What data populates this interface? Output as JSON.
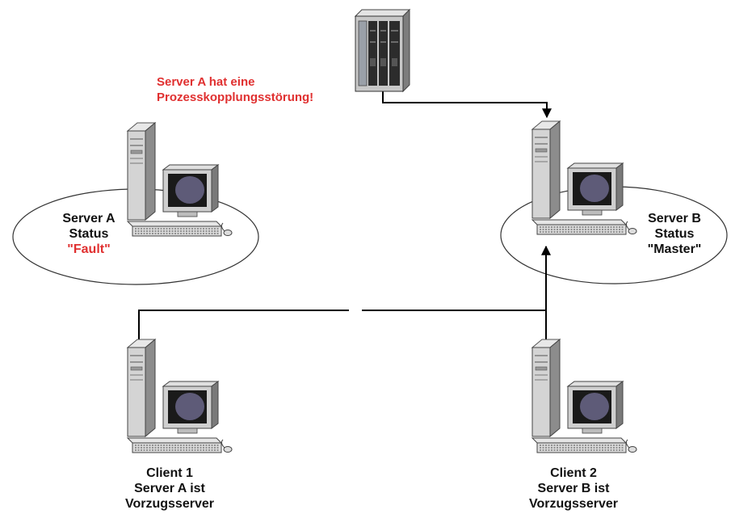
{
  "warning": {
    "line1": "Server A hat eine",
    "line2": "Prozesskopplungsstörung!",
    "color": "#e03030"
  },
  "server_a": {
    "name": "Server A",
    "status_label": "Status",
    "status_value": "\"Fault\"",
    "status_color": "#e03030"
  },
  "server_b": {
    "name": "Server B",
    "status_label": "Status",
    "status_value": "\"Master\""
  },
  "client_1": {
    "name": "Client 1",
    "line2": "Server A  ist",
    "line3": "Vorzugsserver"
  },
  "client_2": {
    "name": "Client 2",
    "line2": "Server B ist",
    "line3": "Vorzugsserver"
  },
  "icons": [
    "plc-icon",
    "computer-icon"
  ]
}
